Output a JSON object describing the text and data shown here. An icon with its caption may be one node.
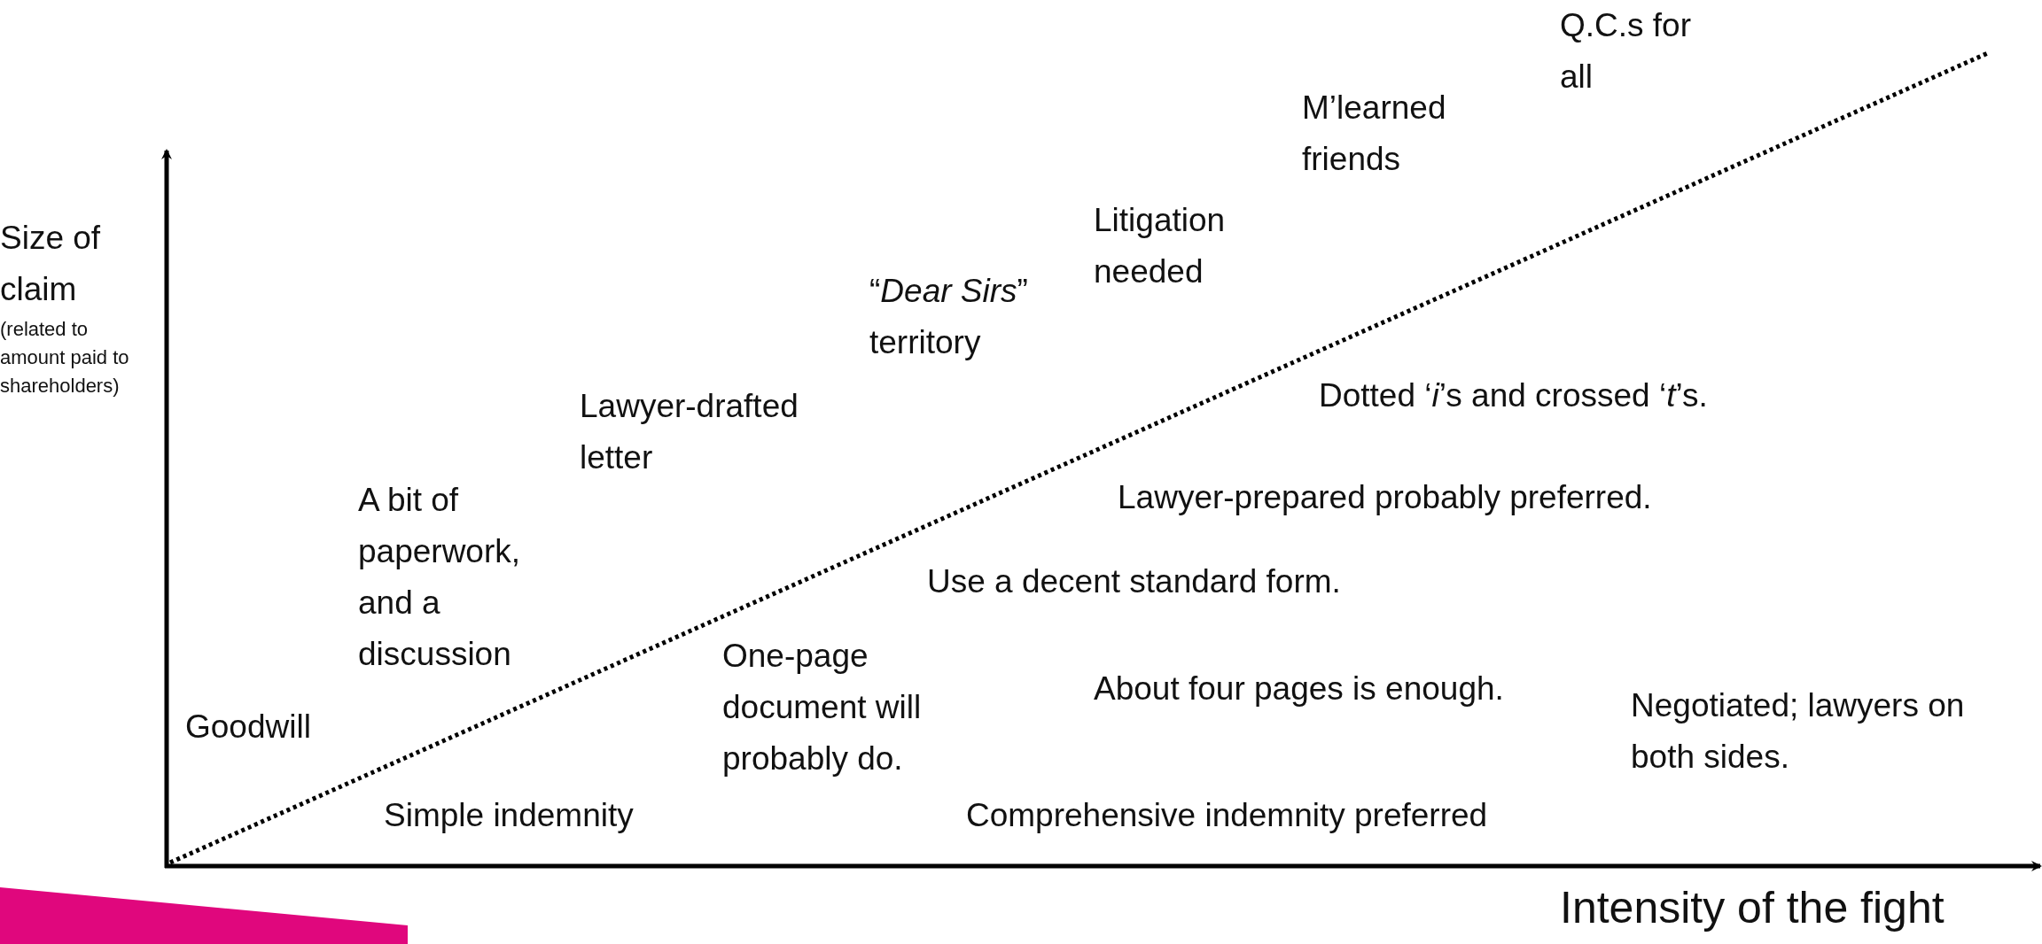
{
  "diagram": {
    "labels": [
      "Q.C.s for all",
      "M’learned friends",
      "Litigation needed",
      "“*Dear Sirs*” territory",
      "Size of claim",
      "(related to amount paid to shareholders)",
      "Lawyer-drafted letter",
      "Dotted ‘*i*’s and crossed ‘*t*’s.",
      "A bit of paperwork, and a discussion",
      "Lawyer-prepared probably preferred.",
      "Use a decent standard form.",
      "One-page document will probably do.",
      "About four pages is enough.",
      "Negotiated; lawyers on both sides.",
      "Goodwill",
      "Simple indemnity",
      "Comprehensive indemnity preferred",
      "Intensity of the fight"
    ]
  }
}
